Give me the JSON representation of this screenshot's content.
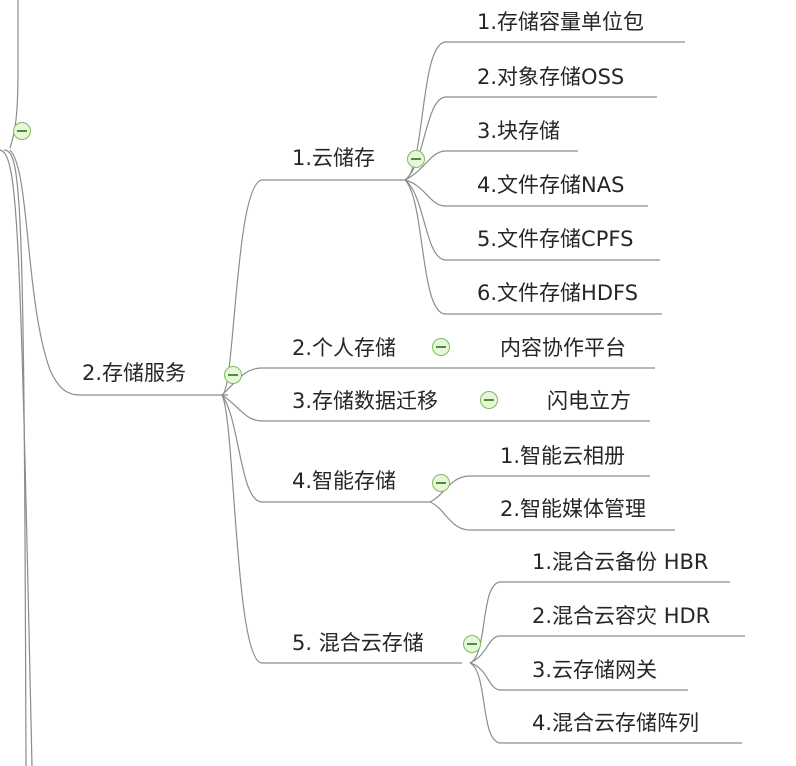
{
  "root": {
    "label": "2.存储服务"
  },
  "branches": [
    {
      "label": "1.云储存",
      "children": [
        "1.存储容量单位包",
        "2.对象存储OSS",
        "3.块存储",
        "4.文件存储NAS",
        "5.文件存储CPFS",
        "6.文件存储HDFS"
      ]
    },
    {
      "label": "2.个人存储",
      "children": [
        "内容协作平台"
      ]
    },
    {
      "label": "3.存储数据迁移",
      "children": [
        "闪电立方"
      ]
    },
    {
      "label": "4.智能存储",
      "children": [
        "1.智能云相册",
        "2.智能媒体管理"
      ]
    },
    {
      "label": "5. 混合云存储",
      "children": [
        "1.混合云备份 HBR",
        "2.混合云容灾 HDR",
        "3.云存储网关",
        "4.混合云存储阵列"
      ]
    }
  ],
  "colors": {
    "line": "#8c8c8c",
    "collapse_fill": "#e8f6dc",
    "collapse_stroke": "#7bbf5a",
    "text": "#262626"
  }
}
